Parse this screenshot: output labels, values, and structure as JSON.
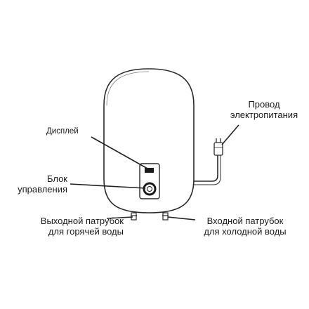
{
  "diagram": {
    "labels": {
      "display": "Дисплей",
      "control_unit": "Блок\nуправления",
      "hot_outlet": "Выходной патрубок\nдля горячей воды",
      "cold_inlet": "Входной патрубок\nдля холодной воды",
      "power_cable": "Провод\nэлектропитания"
    },
    "colors": {
      "stroke": "#2a2a2a",
      "leader": "#222222",
      "fill": "#ffffff"
    }
  }
}
